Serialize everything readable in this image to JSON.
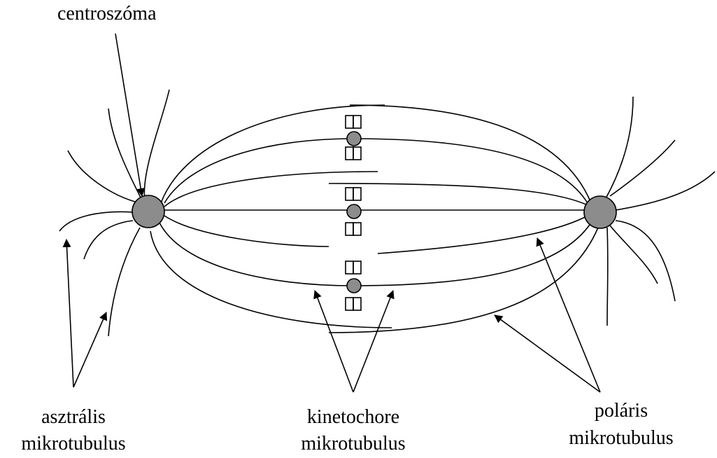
{
  "labels": {
    "centrosome": "centroszóma",
    "astral_line1": "asztrális",
    "astral_line2": "mikrotubulus",
    "kinetochore_line1": "kinetochore",
    "kinetochore_line2": "mikrotubulus",
    "polar_line1": "poláris",
    "polar_line2": "mikrotubulus"
  },
  "colors": {
    "centrosome_fill": "#8c8c8c",
    "line": "#000000"
  }
}
